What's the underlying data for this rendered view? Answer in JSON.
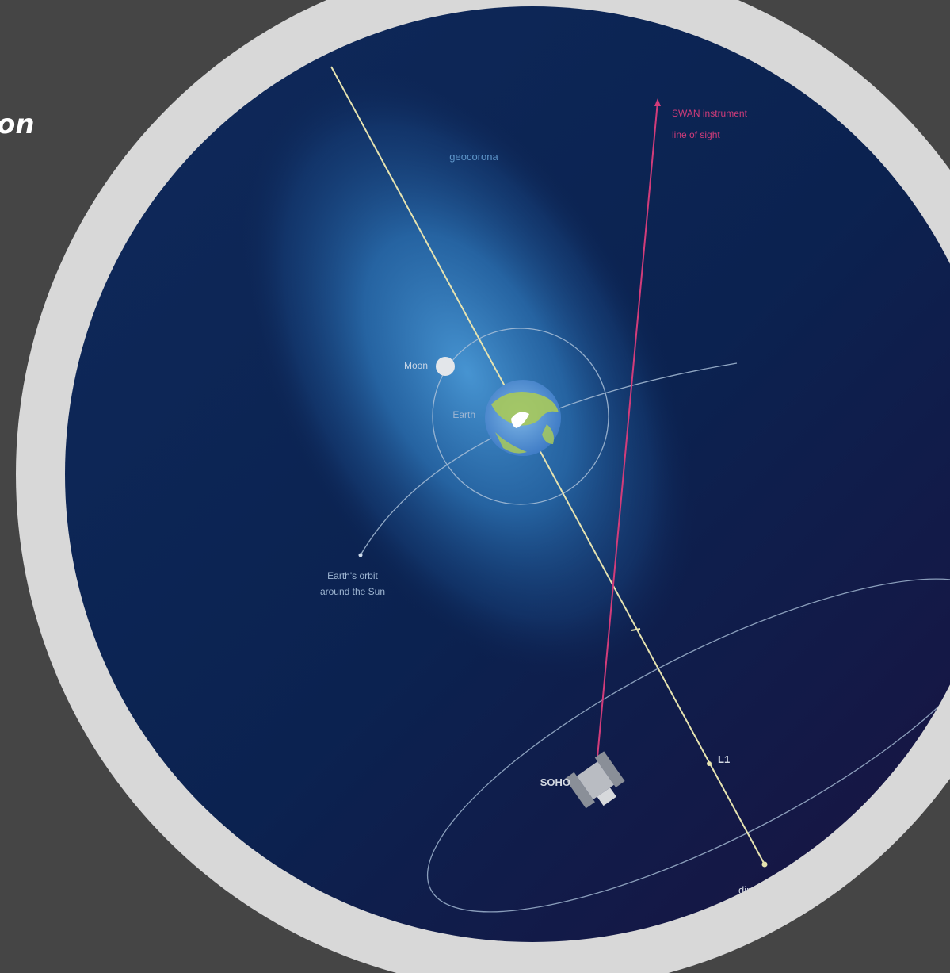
{
  "slide": {
    "title_fragment": "on"
  },
  "diagram": {
    "labels": {
      "geocorona": "geocorona",
      "swan_line": [
        "SWAN instrument",
        "line of sight"
      ],
      "moon": "Moon",
      "earth": "Earth",
      "orbit": [
        "Earth's orbit",
        "around the Sun"
      ],
      "soho": "SOHO",
      "l2": "L1",
      "sun_direction": "direction to th"
    },
    "colors": {
      "slide_background": "#454545",
      "frame_ring": "#d8d8d8",
      "space_background": "#0d2452",
      "geocorona_glow": "#3a86c8",
      "sun_line": "#e6e3b0",
      "swan_line": "#d23c7a",
      "orbit_lines": "#a9bfd8",
      "label_text": "#9fb6d2"
    },
    "icons": [
      "moon-icon",
      "earth-icon",
      "soho-spacecraft-icon"
    ]
  }
}
